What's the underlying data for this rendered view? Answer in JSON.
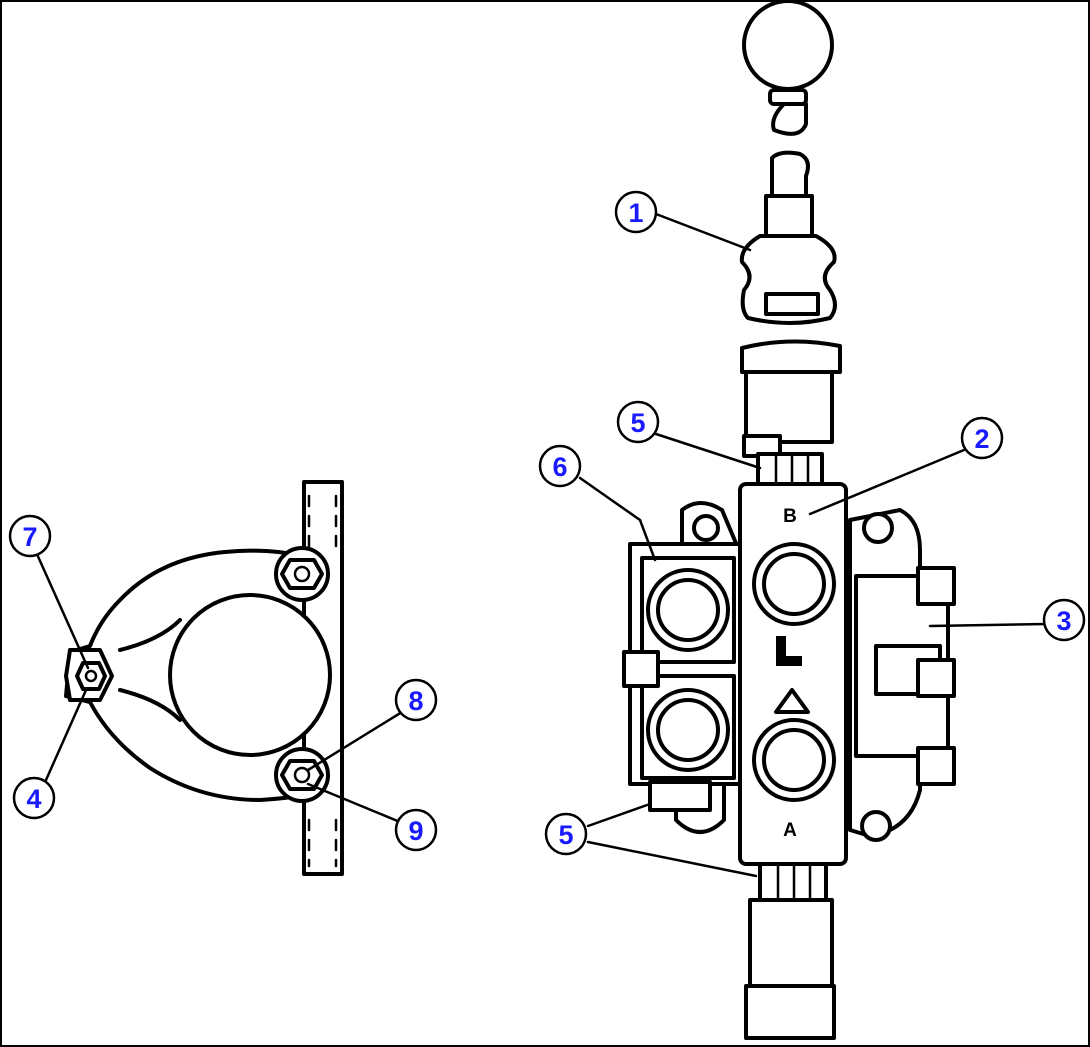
{
  "callouts": [
    {
      "id": "c1",
      "label": "1"
    },
    {
      "id": "c2",
      "label": "2"
    },
    {
      "id": "c3",
      "label": "3"
    },
    {
      "id": "c4",
      "label": "4"
    },
    {
      "id": "c5a",
      "label": "5"
    },
    {
      "id": "c5b",
      "label": "5"
    },
    {
      "id": "c6",
      "label": "6"
    },
    {
      "id": "c7",
      "label": "7"
    },
    {
      "id": "c8",
      "label": "8"
    },
    {
      "id": "c9",
      "label": "9"
    }
  ],
  "valve": {
    "port_b": "B",
    "port_a": "A"
  },
  "colors": {
    "callout_text": "#1a1aff",
    "line": "#000000",
    "background": "#ffffff"
  }
}
